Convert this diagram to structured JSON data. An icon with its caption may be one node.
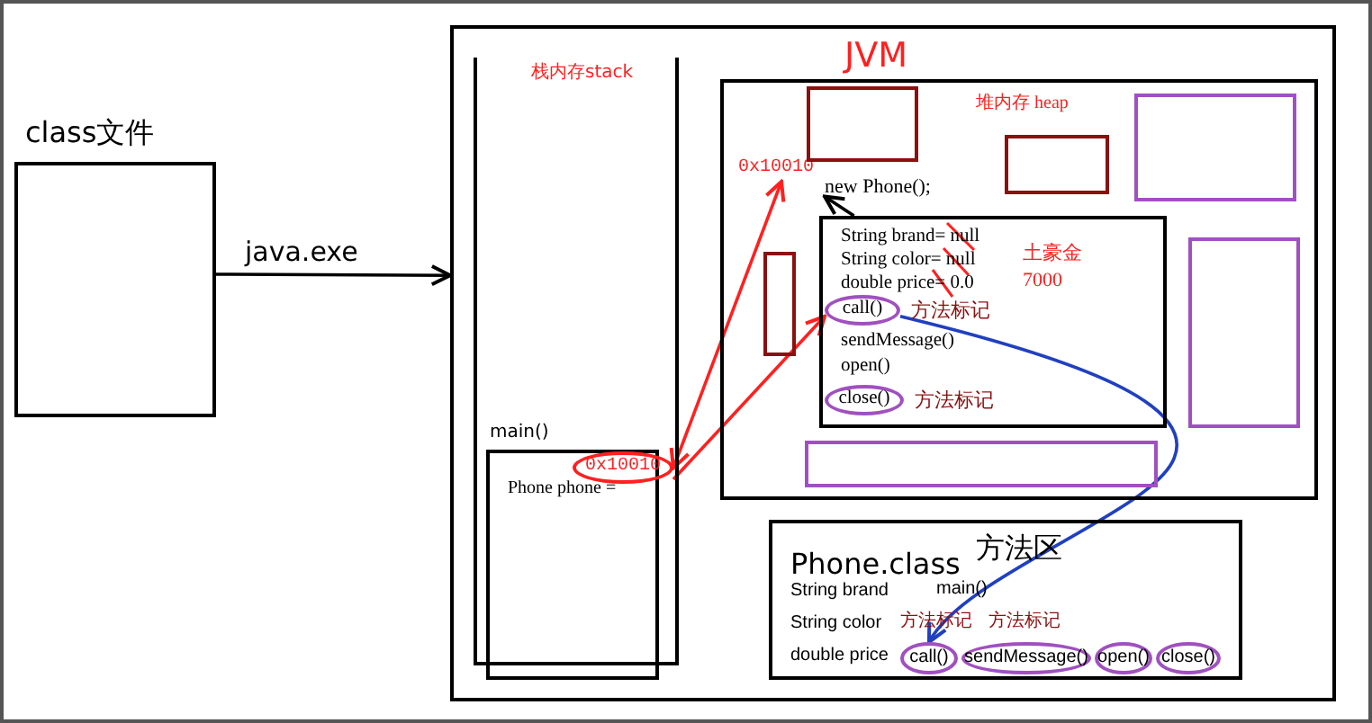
{
  "diagram": {
    "nodes": [
      {
        "text": [
          "class文件"
        ]
      },
      {
        "text": [
          "JVM"
        ]
      },
      {
        "text": [
          "栈内存stack"
        ],
        "in": 1
      },
      {
        "text": [
          "main()",
          "Phone phone ="
        ],
        "in": 2
      },
      {
        "text": [
          "0x10010"
        ],
        "in": 3
      },
      {
        "text": [
          "堆内存 heap"
        ],
        "in": 1
      },
      {
        "text": [
          "0x10010"
        ],
        "in": 5
      },
      {
        "text": [
          "new Phone();"
        ],
        "in": 5
      },
      {
        "text": [
          "String brand= null",
          "String color= null",
          "double price= 0.0",
          "sendMessage()",
          "open()"
        ],
        "in": 5
      },
      {
        "text": [
          "call()"
        ],
        "in": 8,
        "beside": [
          "方法标记"
        ]
      },
      {
        "text": [
          "close()"
        ],
        "in": 8,
        "beside": [
          "方法标记"
        ]
      },
      {
        "text": [],
        "shape": "box",
        "in": 5
      },
      {
        "text": [],
        "shape": "box",
        "in": 5
      },
      {
        "text": [],
        "shape": "box",
        "in": 5
      },
      {
        "text": [],
        "shape": "box",
        "in": 5
      },
      {
        "text": [],
        "shape": "box",
        "in": 5
      },
      {
        "text": [],
        "shape": "box",
        "in": 5
      },
      {
        "text": [
          "方法区",
          "Phone.class",
          "String brand",
          "String color",
          "double price"
        ],
        "in": 1
      },
      {
        "text": [
          "call()"
        ],
        "in": 17
      },
      {
        "text": [
          "sendMessage()"
        ],
        "in": 17
      },
      {
        "text": [
          "open()"
        ],
        "in": 17
      },
      {
        "text": [
          "close()"
        ],
        "in": 17
      }
    ],
    "edges": [
      {
        "from": 0,
        "to": 1,
        "arrow": "to",
        "label": "java.exe"
      },
      {
        "from": 4,
        "to": 6,
        "arrow": "both",
        "color": "#ff2020"
      },
      {
        "from": 8,
        "to": 7,
        "arrow": "to"
      },
      {
        "from": 4,
        "to": 9,
        "arrow": "to",
        "color": "#ff2020"
      },
      {
        "from": 9,
        "to": 18,
        "arrow": "to",
        "color": "#2040c0"
      }
    ],
    "labels": [
      "土豪金",
      "7000",
      "main()",
      "方法标记",
      "方法标记"
    ]
  }
}
